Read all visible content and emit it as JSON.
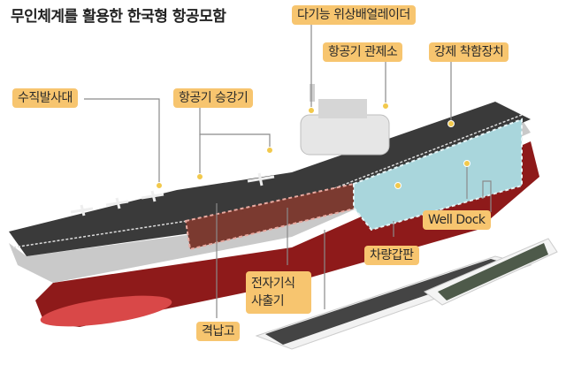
{
  "title": "무인체계를 활용한 한국형 항공모함",
  "labels": {
    "phased_array_radar": "다기능 위상배열레이더",
    "flight_control": "항공기 관제소",
    "arresting_gear": "강제 착함장치",
    "vertical_launcher": "수직발사대",
    "aircraft_elevator": "항공기 승강기",
    "well_dock": "Well Dock",
    "vehicle_deck": "차량갑판",
    "emals": "전자기식 사출기",
    "hangar": "격납고"
  },
  "colors": {
    "label_bg": "#f7c56f",
    "leader_line": "#8a8a8a",
    "marker_dot": "#f2c94c",
    "hull_red": "#8e1a1a",
    "bow_red": "#d94848",
    "deck": "#3a3a3a",
    "well_dock_fill": "#a9d6dc"
  }
}
